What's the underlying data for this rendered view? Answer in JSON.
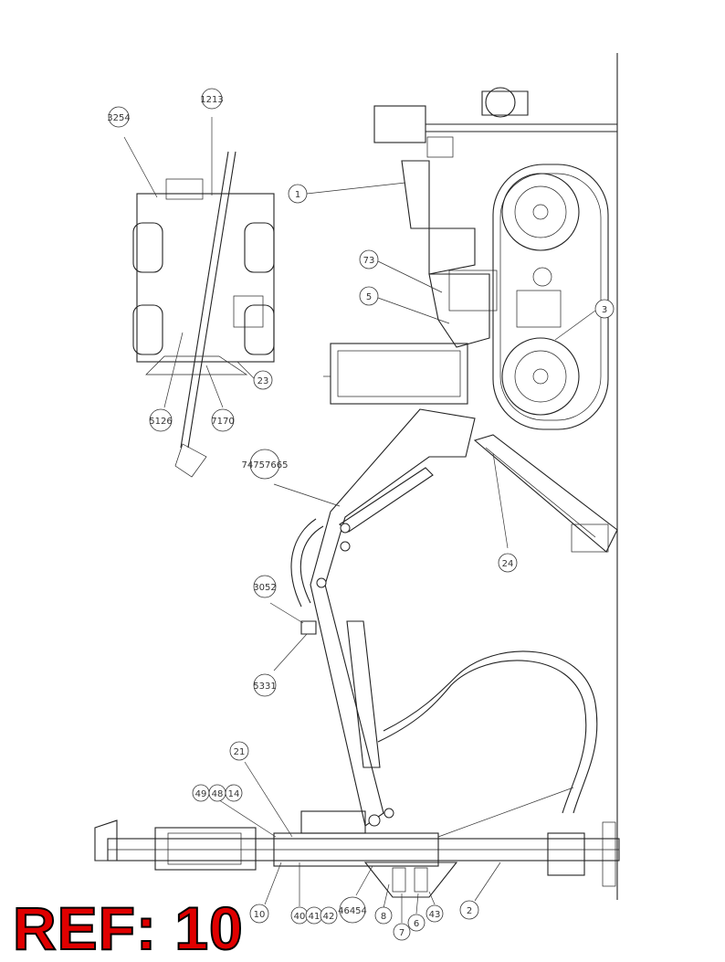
{
  "reference_label": "REF: 10",
  "colors": {
    "label_red": "#e00000",
    "line": "#222222",
    "background": "#ffffff"
  },
  "callouts": [
    "3254",
    "1213",
    "1",
    "73",
    "5",
    "3",
    "23",
    "7170",
    "5126",
    "74757665",
    "24",
    "3052",
    "5331",
    "21",
    "49",
    "48",
    "14",
    "10",
    "40",
    "41",
    "42",
    "46454",
    "8",
    "7",
    "6",
    "43",
    "2"
  ]
}
